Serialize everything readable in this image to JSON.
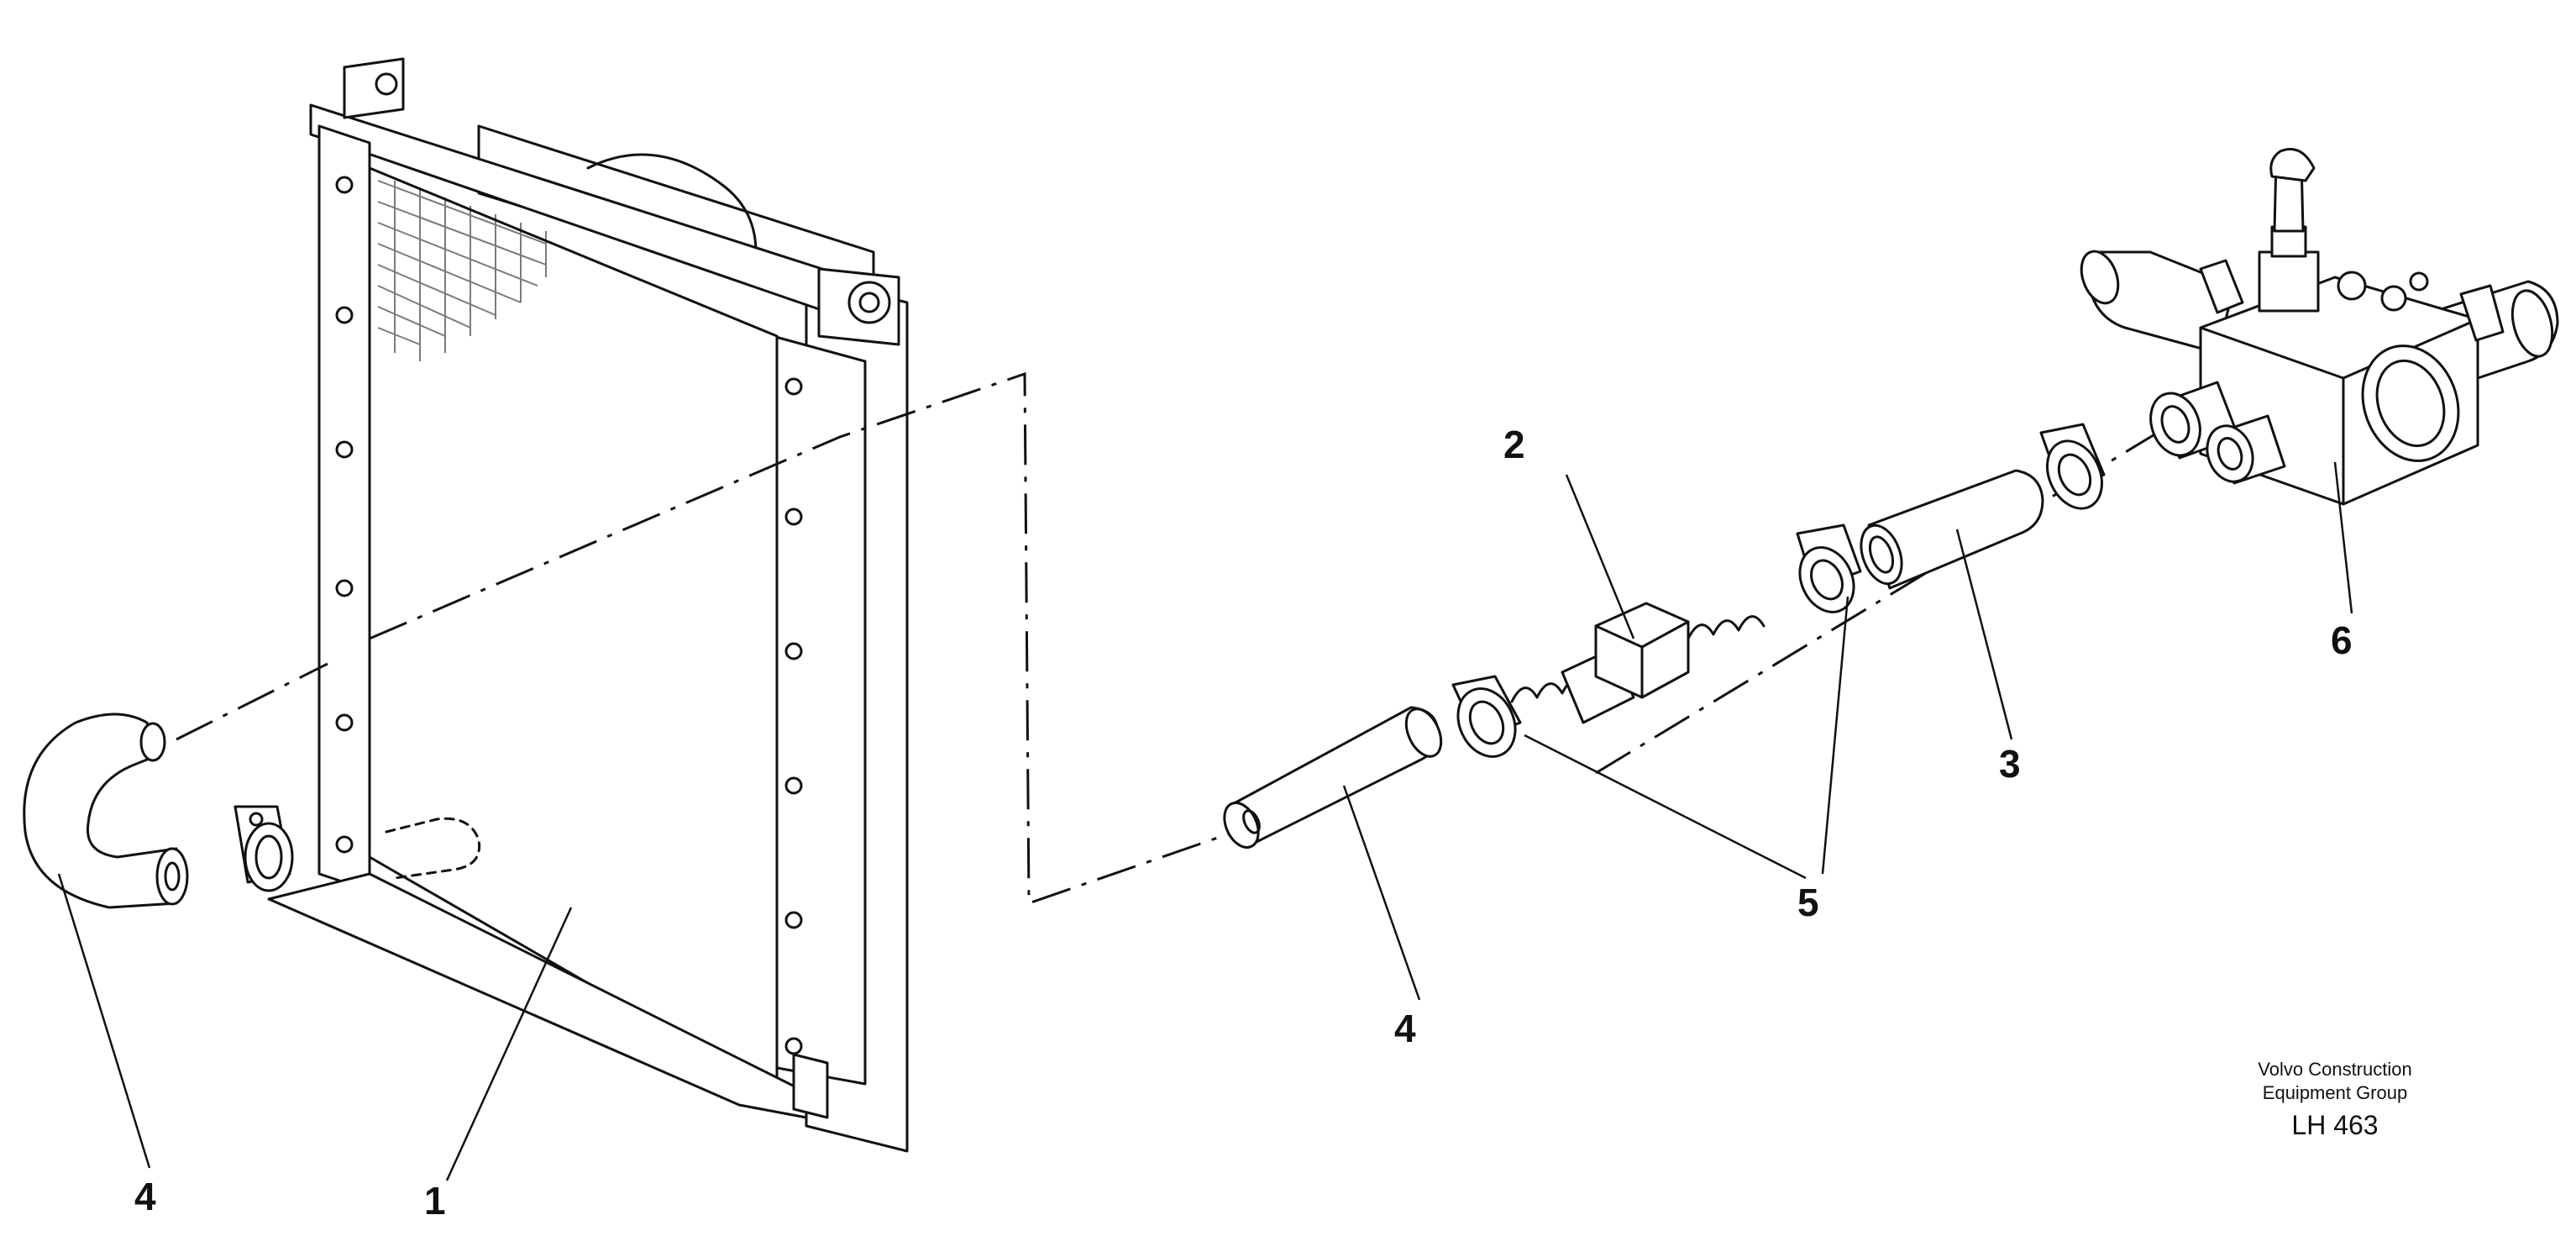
{
  "callouts": {
    "c1": "1",
    "c2": "2",
    "c3": "3",
    "c4a": "4",
    "c4b": "4",
    "c5": "5",
    "c6": "6"
  },
  "credit": {
    "line1": "Volvo Construction",
    "line2": "Equipment Group",
    "code": "LH 463"
  }
}
